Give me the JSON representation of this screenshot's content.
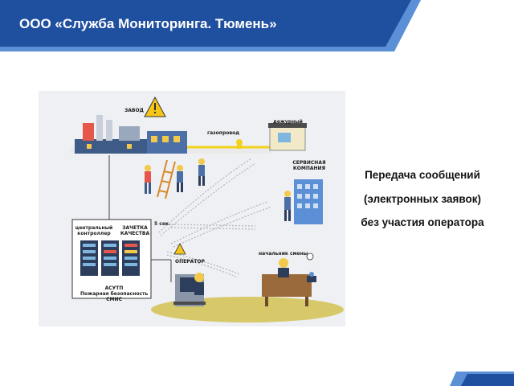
{
  "header": {
    "title": "ООО «Служба Мониторинга. Тюмень»",
    "colors": {
      "primary": "#1f4f9f",
      "accent": "#5b8fd6"
    }
  },
  "message": {
    "line1": "Передача сообщений",
    "line2": "(электронных заявок)",
    "line3": "без участия оператора"
  },
  "diagram": {
    "factory_label": "ЗАВОД",
    "pipeline_label": "газопровод",
    "duty_label": "дежурный",
    "service_label_1": "СЕРВИСНАЯ",
    "service_label_2": "КОМПАНИЯ",
    "timer_label": "5 сек.",
    "controller_label_1": "центральный",
    "controller_label_2": "контроллер",
    "quality_label_1": "ЗАЧЕТКА",
    "quality_label_2": "КАЧЕСТВА",
    "operator_label": "ОПЕРАТОР",
    "shift_label": "начальник смены",
    "system_label_1": "АСУТП",
    "system_label_2": "Пожарная безопасность",
    "system_label_3": "СМИС",
    "icons": [
      "warning-icon",
      "factory-icon",
      "worker-icon",
      "ladder-icon",
      "building-icon",
      "server-icon",
      "computer-icon",
      "desk-icon",
      "telephone-icon",
      "signal-waves-icon",
      "valve-icon"
    ]
  }
}
